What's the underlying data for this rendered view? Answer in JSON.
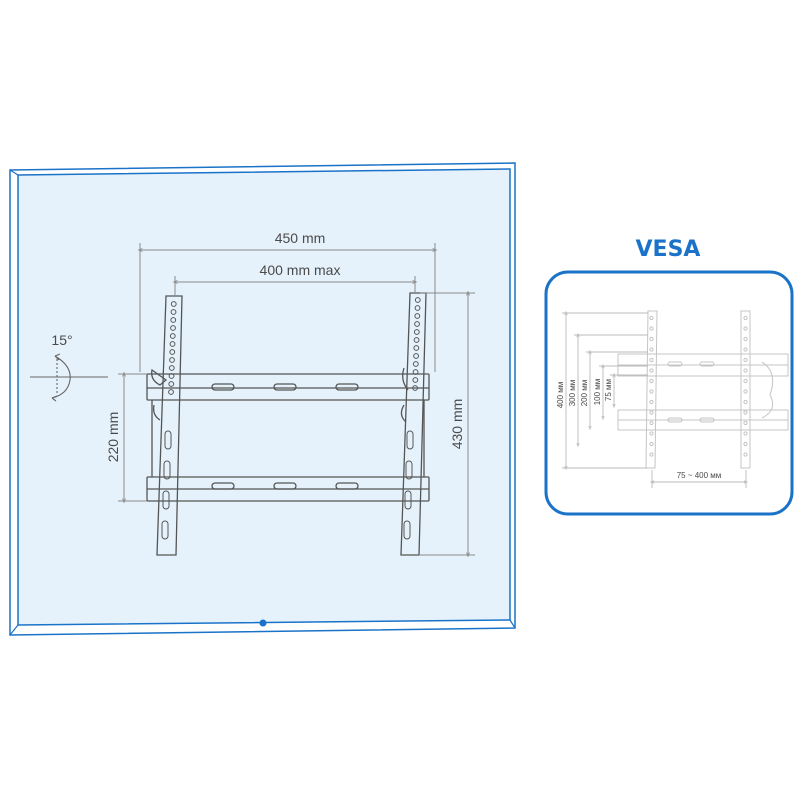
{
  "colors": {
    "tv_frame": "#1a73c8",
    "tv_screen": "#e6f2fb",
    "bracket": "#555555",
    "dim_line": "#8a8a8a",
    "vesa_accent": "#1a73c8",
    "vesa_faded": "#c8c8c8"
  },
  "main_diagram": {
    "width_outer": "450 mm",
    "width_inner": "400 mm max",
    "height_right": "430 mm",
    "height_left": "220 mm",
    "tilt_angle": "15°"
  },
  "vesa_panel": {
    "title": "VESA",
    "vertical_labels": [
      "400 мм",
      "300 мм",
      "200 мм",
      "100 мм",
      "75 мм"
    ],
    "horizontal_label": "75 ~ 400 мм"
  },
  "icons": {
    "tilt": "rotation-arrow-icon",
    "indicator": "power-led-icon"
  }
}
